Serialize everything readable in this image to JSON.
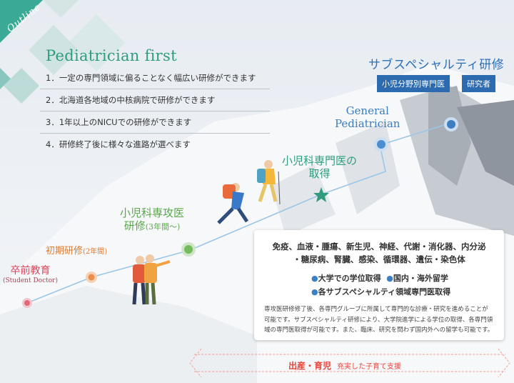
{
  "badge": "Outline",
  "title": "Pediatrician first",
  "features": [
    "1．一定の専門領域に偏ることなく幅広い研修ができます",
    "2．北海道各地域の中核病院で研修ができます",
    "3．1年以上のNICUでの研修ができます",
    "4．研修終了後に様々な進路が選べます"
  ],
  "subspecialty": {
    "title": "サブスペシャルティ研修",
    "tags": [
      "小児分野別専門医",
      "研究者"
    ]
  },
  "stages": {
    "general_1": "General",
    "general_2": "Pediatrician",
    "specialist_1": "小児科専門医の",
    "specialist_2": "取得",
    "residency_1": "小児科専攻医",
    "residency_2": "研修",
    "residency_note": "(3年間〜)",
    "initial": "初期研修",
    "initial_note": "(2年間)",
    "pre": "卒前教育",
    "pre_note": "(Student Doctor)"
  },
  "panel": {
    "heading_1": "免疫、血液・腫瘍、新生児、神経、代謝・消化器、内分泌",
    "heading_2": "・糖尿病、腎臓、感染、循環器、遺伝・染色体",
    "bullets": [
      "大学での学位取得",
      "国内・海外留学",
      "各サブスペシャルティ領域専門医取得"
    ],
    "body": "専攻医研修修了後、各専門グループに所属して専門的な診療・研究を進めることが可能です。サブスペシャルティ研修により、大学院進学による学位の取得、各専門領域の専門医取得が可能です。また、臨床、研究を問わず国内外への留学も可能です。"
  },
  "childcare": {
    "label": "出産・育児",
    "note": "充実した子育て支援"
  },
  "colors": {
    "accent_green": "#2f9c7f",
    "accent_blue": "#2c6bb0",
    "pre_red": "#d9435a",
    "initial_orange": "#e07a2e",
    "residency_green": "#5aa84a"
  }
}
